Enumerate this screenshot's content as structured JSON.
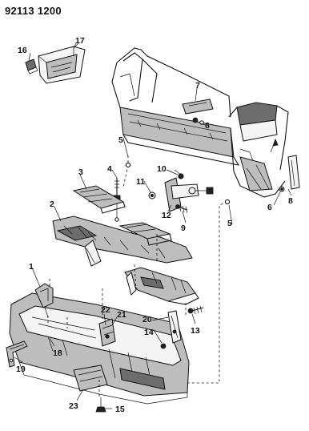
{
  "diagram_code": "92113 1200",
  "callouts": {
    "c1": "1",
    "c2": "2",
    "c3": "3",
    "c4": "4",
    "c5a": "5",
    "c5b": "5",
    "c6a": "6",
    "c6b": "6",
    "c7": "7",
    "c8": "8",
    "c9": "9",
    "c10": "10",
    "c11": "11",
    "c12": "12",
    "c13": "13",
    "c14": "14",
    "c15": "15",
    "c16": "16",
    "c17": "17",
    "c18": "18",
    "c19": "19",
    "c20": "20",
    "c21": "21",
    "c22": "22",
    "c23": "23"
  }
}
